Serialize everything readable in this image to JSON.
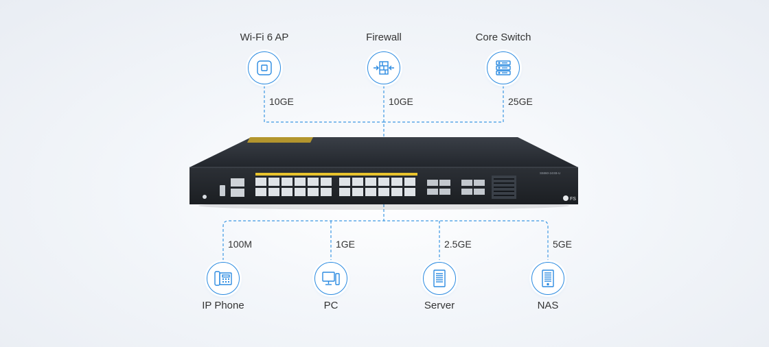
{
  "top_devices": [
    {
      "label": "Wi-Fi 6 AP",
      "icon": "wifi-ap-icon",
      "speed": "10GE"
    },
    {
      "label": "Firewall",
      "icon": "firewall-icon",
      "speed": "10GE"
    },
    {
      "label": "Core Switch",
      "icon": "core-switch-icon",
      "speed": "25GE"
    }
  ],
  "bottom_devices": [
    {
      "label": "IP Phone",
      "icon": "ip-phone-icon",
      "speed": "100M"
    },
    {
      "label": "PC",
      "icon": "pc-icon",
      "speed": "1GE"
    },
    {
      "label": "Server",
      "icon": "server-icon",
      "speed": "2.5GE"
    },
    {
      "label": "NAS",
      "icon": "nas-icon",
      "speed": "5GE"
    }
  ],
  "switch": {
    "brand": "FS",
    "model": "S5860-24XB-U"
  },
  "colors": {
    "accent": "#2a8ae0",
    "line": "#3b97e3",
    "chassis": "#2b2f36",
    "port_amber": "#e8c32c"
  }
}
